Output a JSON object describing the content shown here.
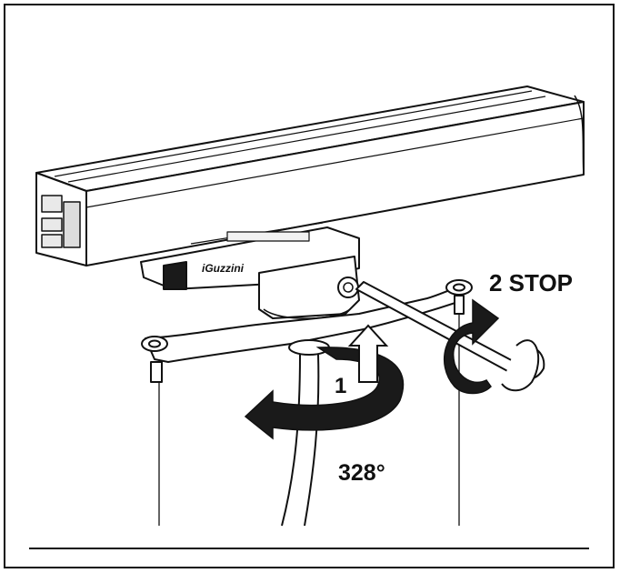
{
  "diagram": {
    "brand_mark": "iGuzzini",
    "step1_label": "1",
    "step2_label": "2 STOP",
    "rotation_label": "328°"
  },
  "colors": {
    "line": "#111111",
    "fill": "#ffffff",
    "light_fill": "#f2f2f2",
    "dark_fill": "#1a1a1a"
  },
  "icons": {
    "rotate_arrow_1": "curved-rotation-arrow",
    "rotate_arrow_2": "curved-rotation-arrow",
    "screwdriver": "screwdriver-icon"
  }
}
